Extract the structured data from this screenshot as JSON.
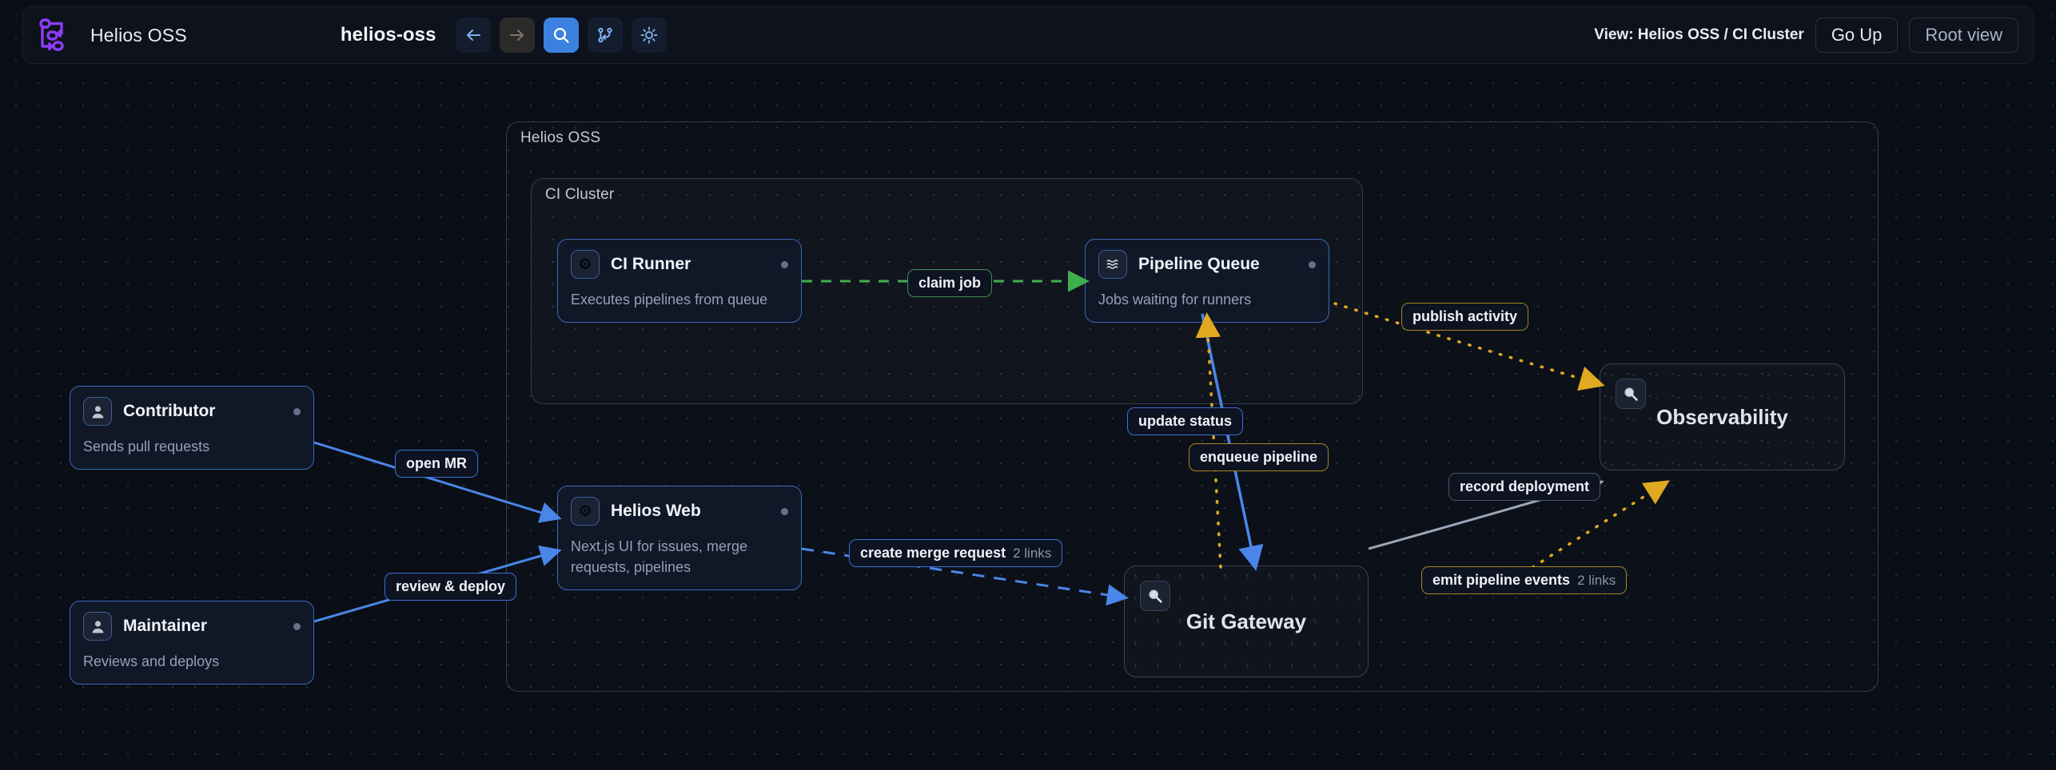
{
  "header": {
    "logo_icon": "graph-nodes-logo",
    "brand": "Helios OSS",
    "graph_name": "helios-oss",
    "buttons": [
      {
        "name": "back",
        "icon": "arrow-left-icon",
        "state": "enabled"
      },
      {
        "name": "forward",
        "icon": "arrow-right-icon",
        "state": "disabled"
      },
      {
        "name": "search",
        "icon": "search-icon",
        "state": "active"
      },
      {
        "name": "branch",
        "icon": "git-branch-icon",
        "state": "enabled"
      },
      {
        "name": "theme",
        "icon": "sun-icon",
        "state": "enabled"
      }
    ],
    "view_label": "View: Helios OSS / CI Cluster",
    "go_up_label": "Go Up",
    "root_view_label": "Root view"
  },
  "groups": [
    {
      "id": "helios",
      "title": "Helios OSS"
    },
    {
      "id": "ci",
      "title": "CI Cluster"
    }
  ],
  "collapsed_groups": [
    {
      "id": "observability",
      "title": "Observability",
      "icon": "magnifier-icon"
    },
    {
      "id": "gitgateway",
      "title": "Git Gateway",
      "icon": "magnifier-icon"
    }
  ],
  "nodes": [
    {
      "id": "ci-runner",
      "title": "CI Runner",
      "subtitle": "Executes pipelines from queue",
      "icon": "gear-icon",
      "status": "idle"
    },
    {
      "id": "pipeline-q",
      "title": "Pipeline Queue",
      "subtitle": "Jobs waiting for runners",
      "icon": "queue-icon",
      "status": "idle"
    },
    {
      "id": "contributor",
      "title": "Contributor",
      "subtitle": "Sends pull requests",
      "icon": "person-icon",
      "status": "idle"
    },
    {
      "id": "helios-web",
      "title": "Helios Web",
      "subtitle": "Next.js UI for issues, merge requests, pipelines",
      "icon": "gear-icon",
      "status": "idle"
    },
    {
      "id": "maintainer",
      "title": "Maintainer",
      "subtitle": "Reviews and deploys",
      "icon": "person-icon",
      "status": "idle"
    }
  ],
  "edges": [
    {
      "id": "claim",
      "label": "claim job",
      "links": "",
      "style": "green-dashed"
    },
    {
      "id": "publish",
      "label": "publish activity",
      "links": "",
      "style": "amber-dotted"
    },
    {
      "id": "update",
      "label": "update status",
      "links": "",
      "style": "blue-solid"
    },
    {
      "id": "enqueue",
      "label": "enqueue pipeline",
      "links": "",
      "style": "amber-dotted"
    },
    {
      "id": "record",
      "label": "record deployment",
      "links": "",
      "style": "slate-solid"
    },
    {
      "id": "emit",
      "label": "emit pipeline events",
      "links": "2 links",
      "style": "amber-dotted"
    },
    {
      "id": "create-mr",
      "label": "create merge request",
      "links": "2 links",
      "style": "blue-dashed"
    },
    {
      "id": "openmr",
      "label": "open MR",
      "links": "",
      "style": "blue-solid"
    },
    {
      "id": "review",
      "label": "review & deploy",
      "links": "",
      "style": "blue-solid"
    }
  ],
  "colors": {
    "accent_blue": "#3b82e0",
    "edge_blue": "#4a86e8",
    "edge_green": "#4caf50",
    "edge_amber": "#e0a91f",
    "edge_slate": "#9aa6b8",
    "logo_purple": "#8b3df5",
    "canvas_bg": "#0a0e17"
  }
}
